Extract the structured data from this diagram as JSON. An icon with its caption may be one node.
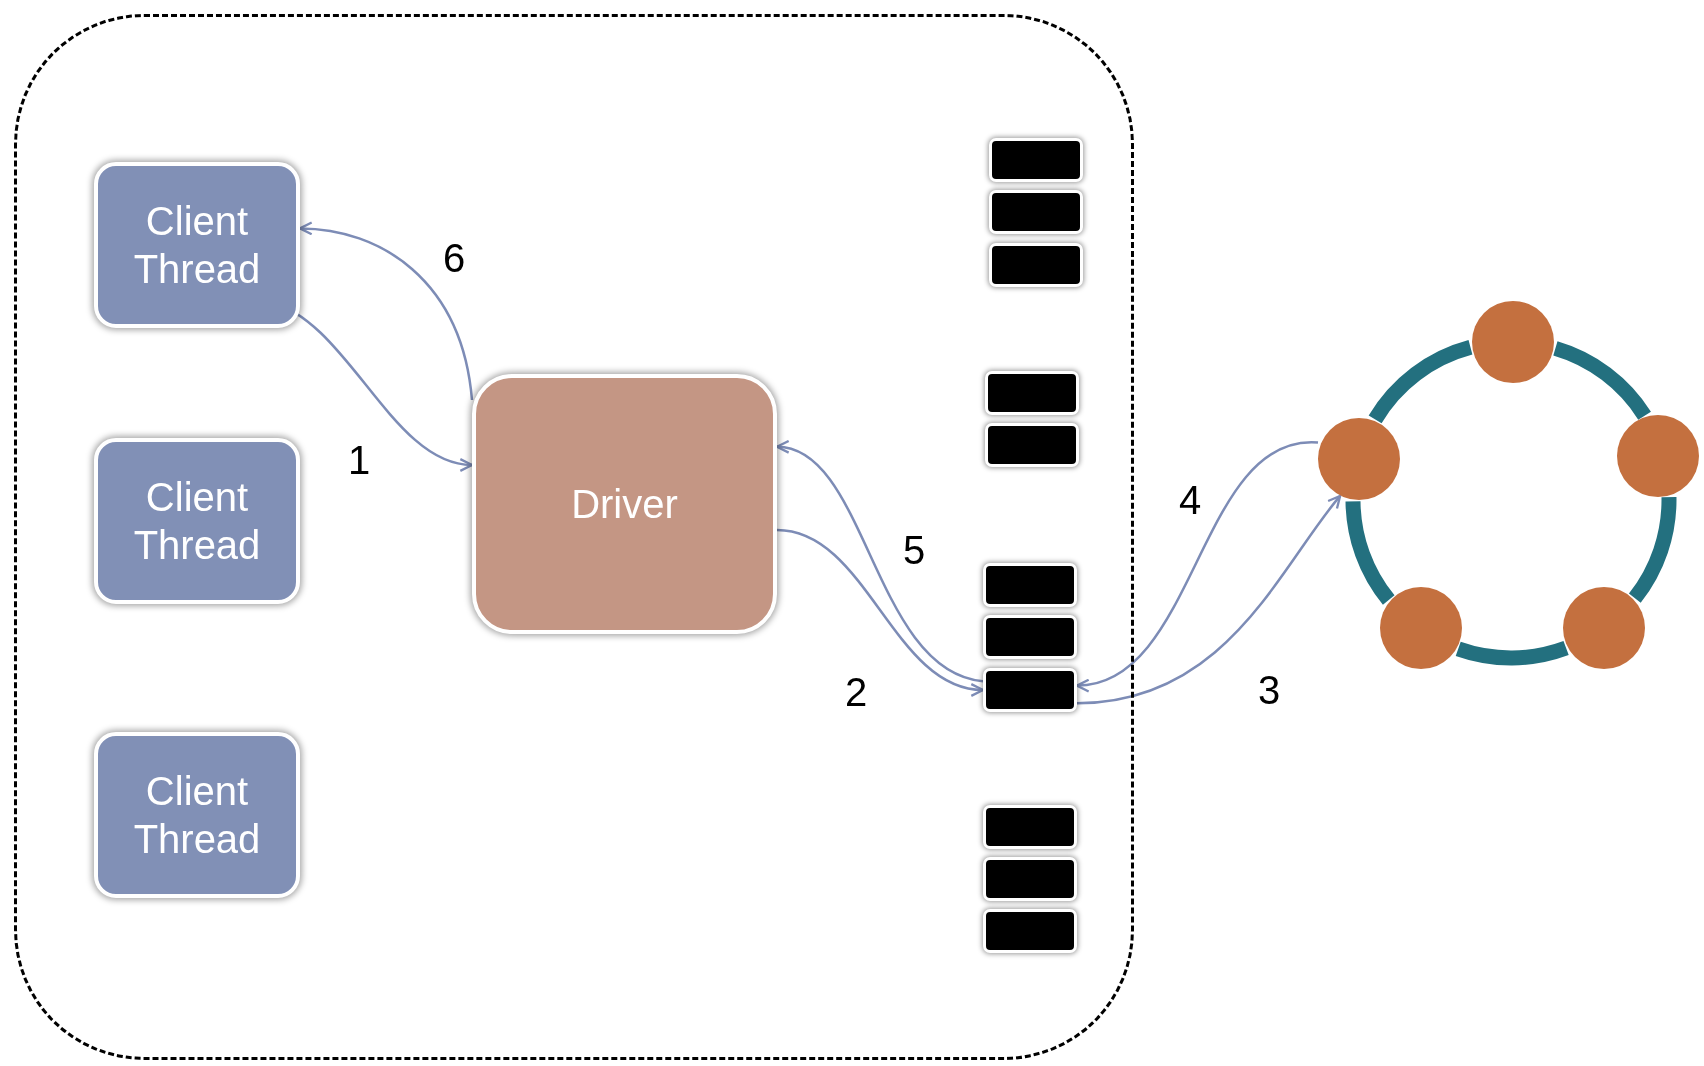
{
  "diagram": {
    "nodes": [
      {
        "text": [],
        "shape": "box"
      },
      {
        "text": [
          "Client Thread"
        ],
        "in": 0
      },
      {
        "text": [
          "Client Thread"
        ],
        "in": 0
      },
      {
        "text": [
          "Client Thread"
        ],
        "in": 0
      },
      {
        "text": [
          "Driver"
        ],
        "in": 0
      },
      {
        "text": [],
        "shape": "bar",
        "in": 0
      },
      {
        "text": [],
        "shape": "bar",
        "in": 0
      },
      {
        "text": [],
        "shape": "bar",
        "in": 0
      },
      {
        "text": [],
        "shape": "bar",
        "in": 0
      },
      {
        "text": [],
        "shape": "bar",
        "in": 0
      },
      {
        "text": [],
        "shape": "bar",
        "in": 0
      },
      {
        "text": [],
        "shape": "bar",
        "in": 0
      },
      {
        "text": [],
        "shape": "bar",
        "in": 0
      },
      {
        "text": [],
        "shape": "bar",
        "in": 0
      },
      {
        "text": [],
        "shape": "bar",
        "in": 0
      },
      {
        "text": [],
        "shape": "bar",
        "in": 0
      },
      {
        "text": [],
        "shape": "circle"
      },
      {
        "text": [],
        "shape": "circle"
      },
      {
        "text": [],
        "shape": "circle"
      },
      {
        "text": [],
        "shape": "circle"
      },
      {
        "text": [],
        "shape": "circle"
      }
    ],
    "edges": [
      {
        "from": 1,
        "to": 4,
        "arrow": "to",
        "label": "1"
      },
      {
        "from": 4,
        "to": 12,
        "arrow": "to",
        "label": "2"
      },
      {
        "from": 12,
        "to": 16,
        "arrow": "to",
        "label": "3"
      },
      {
        "from": 16,
        "to": 12,
        "arrow": "to",
        "label": "4"
      },
      {
        "from": 12,
        "to": 4,
        "arrow": "to",
        "label": "5"
      },
      {
        "from": 4,
        "to": 1,
        "arrow": "to",
        "label": "6"
      },
      {
        "from": 16,
        "to": 18,
        "arrow": "none",
        "style": "thick",
        "color": "#23707f"
      },
      {
        "from": 18,
        "to": 20,
        "arrow": "none",
        "style": "thick",
        "color": "#23707f"
      },
      {
        "from": 20,
        "to": 19,
        "arrow": "none",
        "style": "thick",
        "color": "#23707f"
      },
      {
        "from": 19,
        "to": 17,
        "arrow": "none",
        "style": "thick",
        "color": "#23707f"
      },
      {
        "from": 17,
        "to": 16,
        "arrow": "none",
        "style": "thick",
        "color": "#23707f"
      }
    ]
  }
}
